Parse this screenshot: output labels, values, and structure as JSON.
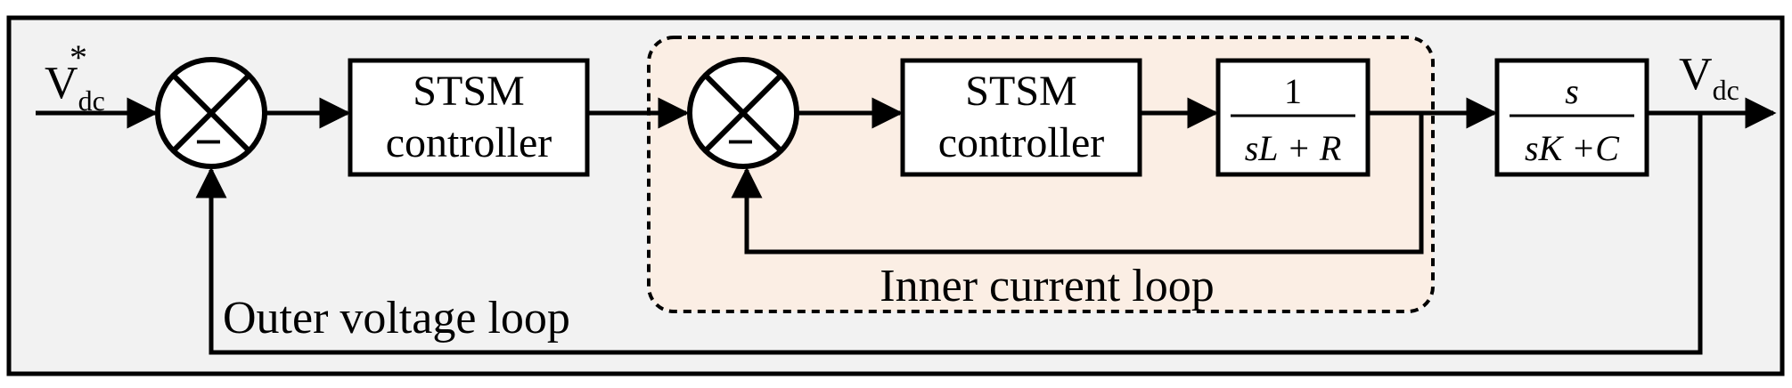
{
  "colors": {
    "background": "#f2f2f2",
    "inner_loop_fill": "#fbeee4",
    "stroke": "#000000"
  },
  "input": {
    "symbol": "V",
    "subscript": "dc",
    "superscript": "*"
  },
  "output": {
    "symbol": "V",
    "subscript": "dc"
  },
  "summing_junctions": [
    {
      "id": "outer",
      "feedback_sign": "−"
    },
    {
      "id": "inner",
      "feedback_sign": "−"
    }
  ],
  "blocks": {
    "outer_controller": {
      "line1": "STSM",
      "line2": "controller"
    },
    "inner_controller": {
      "line1": "STSM",
      "line2": "controller"
    },
    "current_plant": {
      "numerator": "1",
      "denominator": "sL + R"
    },
    "voltage_plant": {
      "numerator": "s",
      "denominator": "sK +C"
    }
  },
  "loops": {
    "inner": "Inner current loop",
    "outer": "Outer voltage loop"
  }
}
